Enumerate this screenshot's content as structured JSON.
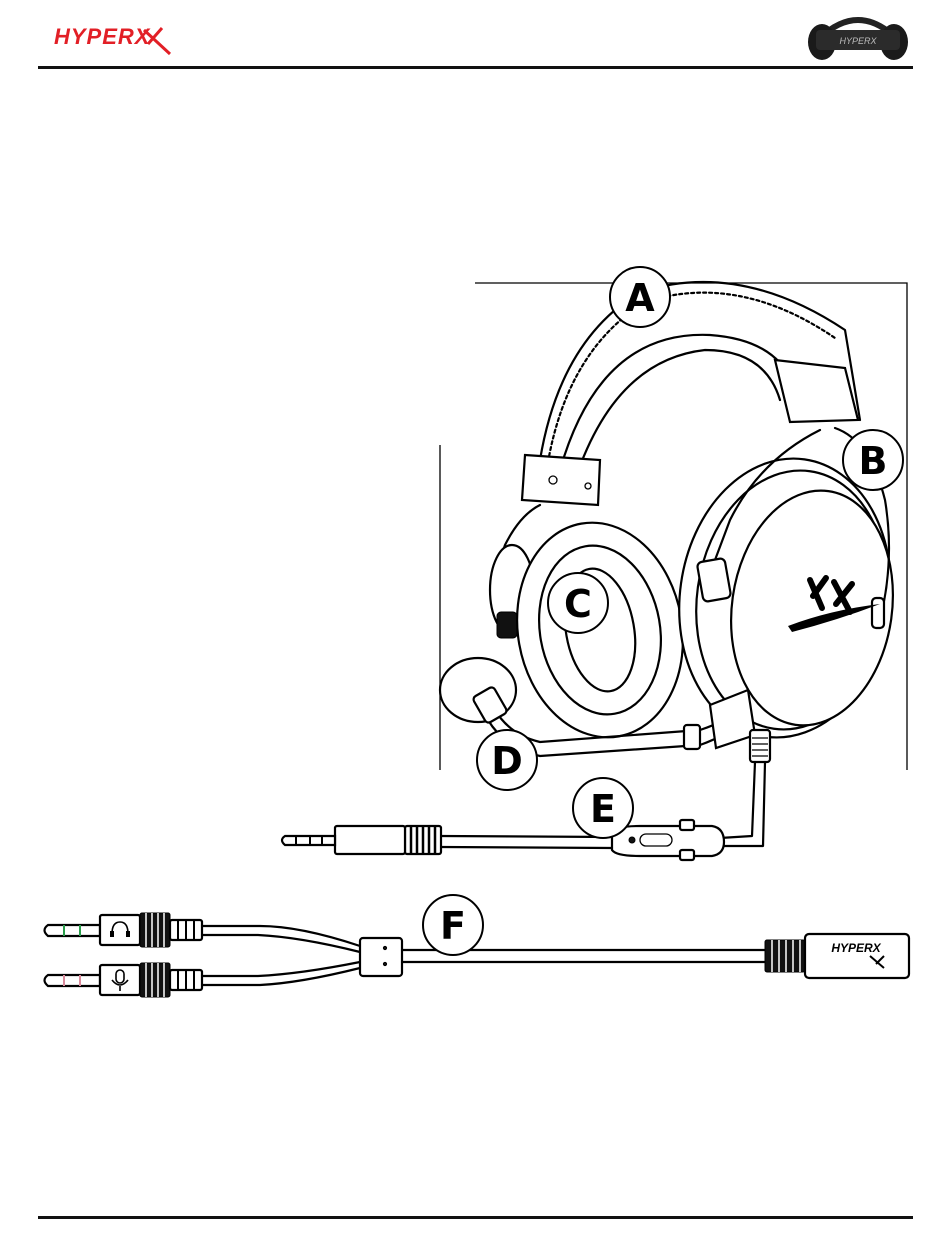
{
  "header": {
    "logo_text": "HYPERX",
    "logo_color": "#e21f26",
    "thumbnail_label": "HYPERX"
  },
  "diagram": {
    "labels": [
      "A",
      "B",
      "C",
      "D",
      "E",
      "F"
    ],
    "brand_on_adapter": "HYPERX",
    "icons": [
      "headphone-icon",
      "microphone-icon"
    ]
  }
}
